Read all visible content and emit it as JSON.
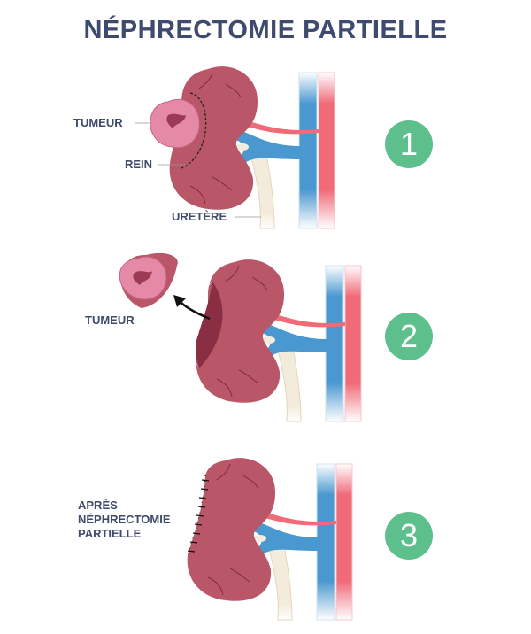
{
  "title": "NÉPHRECTOMIE PARTIELLE",
  "panels": [
    {
      "step": "1",
      "labels": {
        "tumor": "TUMEUR",
        "kidney": "REIN",
        "ureter": "URETÈRE"
      }
    },
    {
      "step": "2",
      "labels": {
        "tumor": "TUMEUR"
      }
    },
    {
      "step": "3",
      "labels": {
        "after": [
          "APRÈS",
          "NÉPHRECTOMIE",
          "PARTIELLE"
        ]
      }
    }
  ],
  "colors": {
    "kidney": "#b95668",
    "vein": "#4a98d0",
    "artery": "#f06a78",
    "title": "#3e4a6e",
    "step": "#5dbf8c",
    "tumor": "#e58aa6",
    "ureter": "#f3ecdc"
  }
}
